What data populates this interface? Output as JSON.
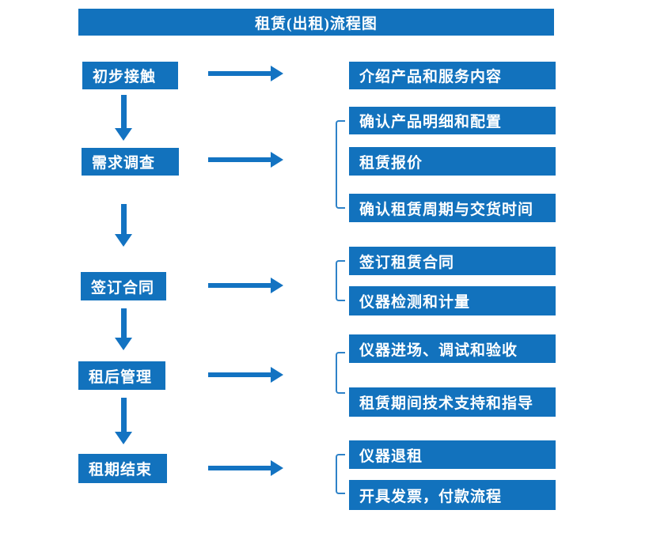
{
  "title": "租赁(出租)流程图",
  "steps": [
    {
      "label": "初步接触",
      "details": [
        "介绍产品和服务内容"
      ]
    },
    {
      "label": "需求调查",
      "details": [
        "确认产品明细和配置",
        "租赁报价",
        "确认租赁周期与交货时间"
      ]
    },
    {
      "label": "签订合同",
      "details": [
        "签订租赁合同",
        "仪器检测和计量"
      ]
    },
    {
      "label": "租后管理",
      "details": [
        "仪器进场、调试和验收",
        "租赁期间技术支持和指导"
      ]
    },
    {
      "label": "租期结束",
      "details": [
        "仪器退租",
        "开具发票，付款流程"
      ]
    }
  ],
  "colors": {
    "box_blue": "#1272BD",
    "arrow_blue": "#1373C2",
    "bracket_blue": "#2E82C8",
    "text_white": "#FFFFFF",
    "background": "#FFFFFF"
  }
}
